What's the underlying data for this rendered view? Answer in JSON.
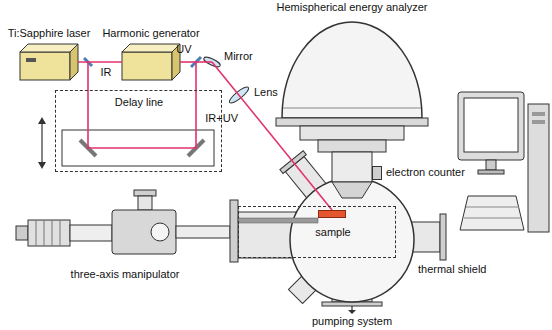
{
  "diagram": {
    "nodes": [
      {
        "text": [
          "Ti:Sapphire laser"
        ]
      },
      {
        "text": [
          "Harmonic generator"
        ]
      },
      {
        "text": [
          "Delay line"
        ]
      },
      {
        "text": [
          "Hemispherical energy analyzer"
        ]
      },
      {
        "text": [
          "electron counter"
        ]
      },
      {
        "text": [
          "thermal shield"
        ]
      },
      {
        "text": [
          "sample"
        ],
        "in": 5
      }
    ],
    "edges": [
      {
        "from": 0,
        "to": 1,
        "label": "IR",
        "arrow": "none"
      }
    ],
    "labels": [
      "UV",
      "Mirror",
      "Lens",
      "IR+UV",
      "three-axis manipulator",
      "pumping system"
    ]
  }
}
